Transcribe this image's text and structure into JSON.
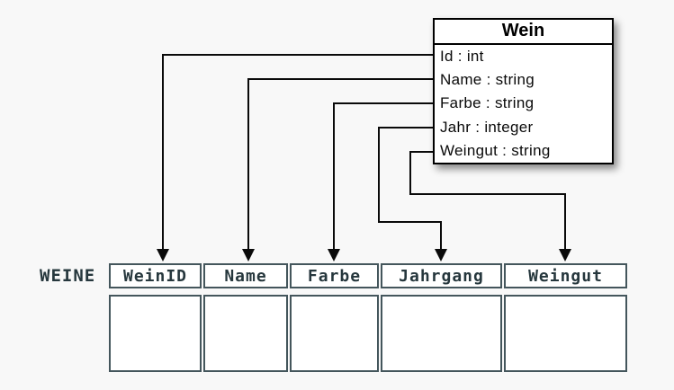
{
  "diagram_type": "class-to-table-mapping",
  "colors": {
    "background": "#f8f8f8",
    "class_border": "#000000",
    "class_text": "#0a0a0a",
    "table_ink": "#26373d",
    "table_border": "#44565c",
    "wire": "#0a0a0a"
  },
  "class_box": {
    "title": "Wein",
    "attributes": [
      "Id : int",
      "Name : string",
      "Farbe : string",
      "Jahr : integer",
      "Weingut : string"
    ]
  },
  "table": {
    "label": "WEINE",
    "columns": [
      "WeinID",
      "Name",
      "Farbe",
      "Jahrgang",
      "Weingut"
    ],
    "body_cells": [
      "",
      "",
      "",
      "",
      ""
    ]
  },
  "mappings": [
    {
      "from": "Id",
      "to": "WeinID"
    },
    {
      "from": "Name",
      "to": "Name"
    },
    {
      "from": "Farbe",
      "to": "Farbe"
    },
    {
      "from": "Jahr",
      "to": "Jahrgang"
    },
    {
      "from": "Weingut",
      "to": "Weingut"
    }
  ]
}
